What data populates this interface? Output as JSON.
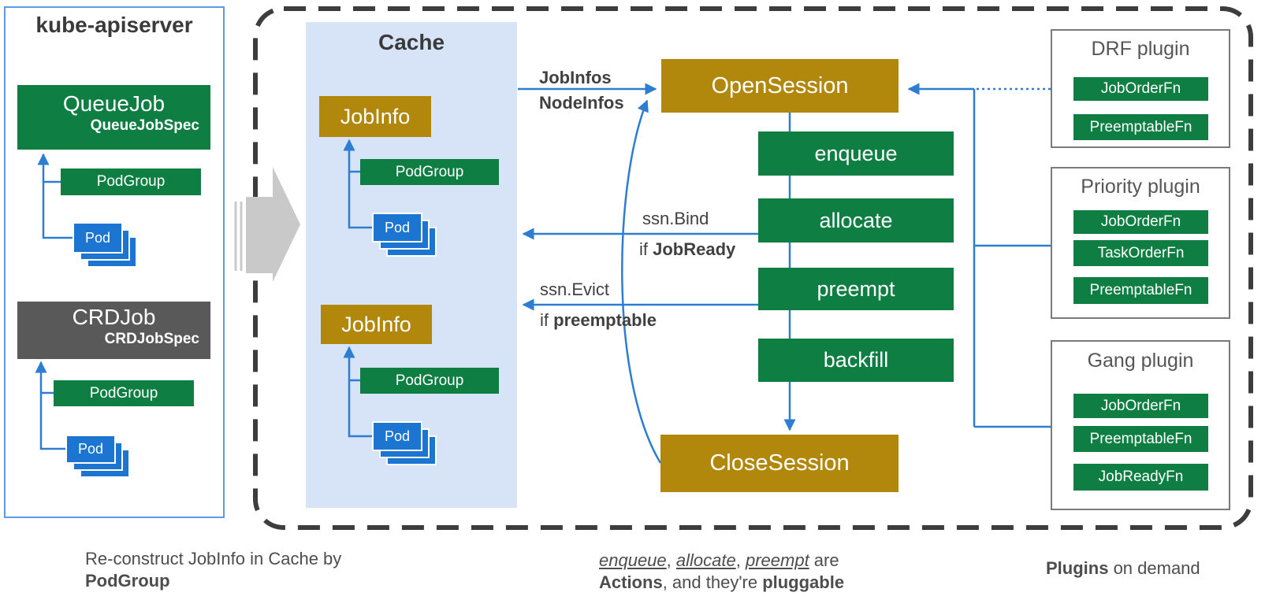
{
  "colors": {
    "green": "#0E7E42",
    "gold": "#B1870C",
    "blue": "#1C75D1",
    "arrow": "#2D7DD2",
    "cacheBg": "#D7E4F8",
    "crdGray": "#595959",
    "leftBorder": "#5C9CE6"
  },
  "apiserver": {
    "title": "kube-apiserver",
    "queuejob": {
      "name": "QueueJob",
      "spec": "QueueJobSpec",
      "podgroup": "PodGroup",
      "pod": "Pod"
    },
    "crdjob": {
      "name": "CRDJob",
      "spec": "CRDJobSpec",
      "podgroup": "PodGroup",
      "pod": "Pod"
    }
  },
  "cache": {
    "title": "Cache",
    "groups": [
      {
        "jobinfo": "JobInfo",
        "podgroup": "PodGroup",
        "pod": "Pod"
      },
      {
        "jobinfo": "JobInfo",
        "podgroup": "PodGroup",
        "pod": "Pod"
      }
    ]
  },
  "session": {
    "open": "OpenSession",
    "close": "CloseSession",
    "actions": [
      "enqueue",
      "allocate",
      "preempt",
      "backfill"
    ]
  },
  "edges": {
    "jobinfos": "JobInfos",
    "nodeinfos": "NodeInfos",
    "bind": "ssn.Bind",
    "bind_if": "if ",
    "bind_cond": "JobReady",
    "evict": "ssn.Evict",
    "evict_if": "if ",
    "evict_cond": "preemptable"
  },
  "plugins": [
    {
      "title": "DRF plugin",
      "fns": [
        "JobOrderFn",
        "PreemptableFn"
      ]
    },
    {
      "title": "Priority plugin",
      "fns": [
        "JobOrderFn",
        "TaskOrderFn",
        "PreemptableFn"
      ]
    },
    {
      "title": "Gang plugin",
      "fns": [
        "JobOrderFn",
        "PreemptableFn",
        "JobReadyFn"
      ]
    }
  ],
  "captions": {
    "left1": "Re-construct JobInfo in Cache by",
    "left2": "PodGroup",
    "mid_w1": "enqueue",
    "mid_sep1": ", ",
    "mid_w2": "allocate",
    "mid_sep2": ", ",
    "mid_w3": "preempt",
    "mid_suffix": " are",
    "mid_b1": "Actions",
    "mid_mid": ", and they're ",
    "mid_b2": "pluggable",
    "right_b": "Plugins",
    "right_rest": " on demand"
  }
}
